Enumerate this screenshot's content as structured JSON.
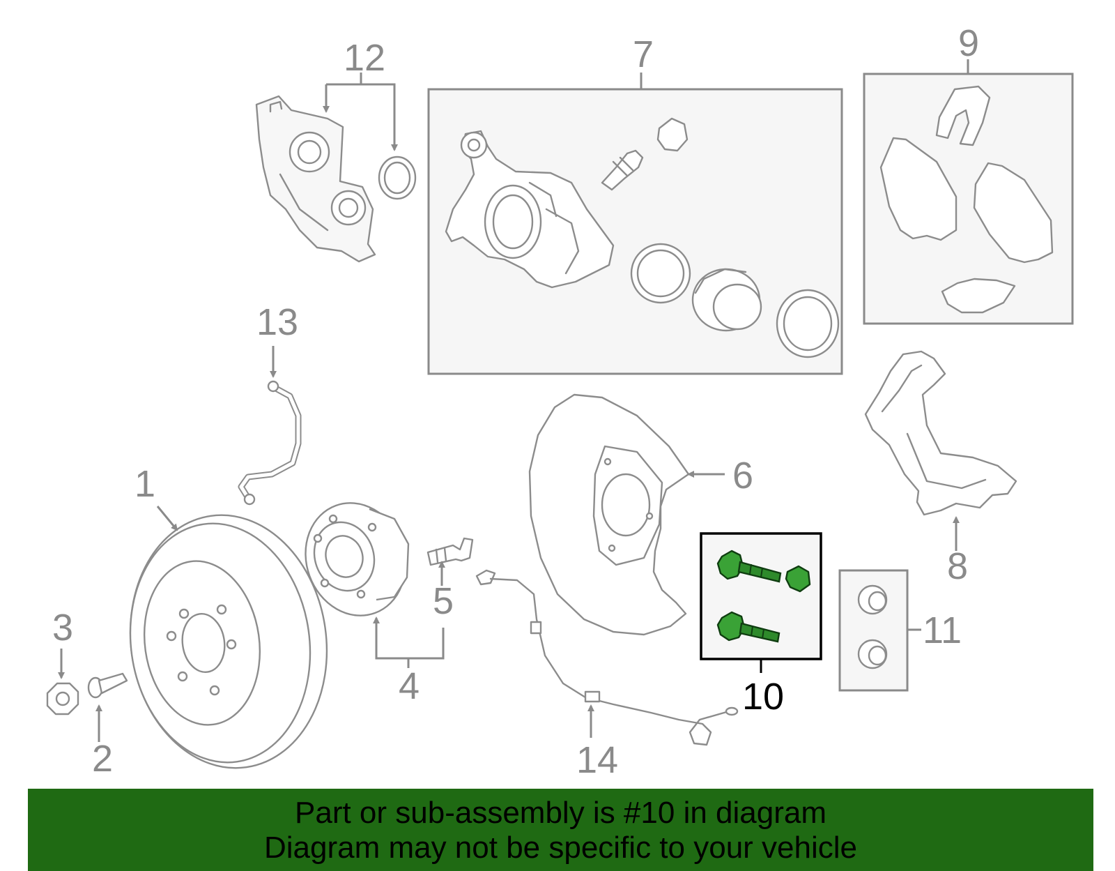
{
  "callouts": {
    "c1": "1",
    "c2": "2",
    "c3": "3",
    "c4": "4",
    "c5": "5",
    "c6": "6",
    "c7": "7",
    "c8": "8",
    "c9": "9",
    "c10": "10",
    "c11": "11",
    "c12": "12",
    "c13": "13",
    "c14": "14"
  },
  "highlighted_part": "10",
  "banner": {
    "line1": "Part or sub-assembly is #10 in diagram",
    "line2": "Diagram may not be specific to your vehicle"
  },
  "colors": {
    "highlight_part": "#3aa236",
    "banner_background": "#1f6a13",
    "outline": "#8c8c8c"
  }
}
